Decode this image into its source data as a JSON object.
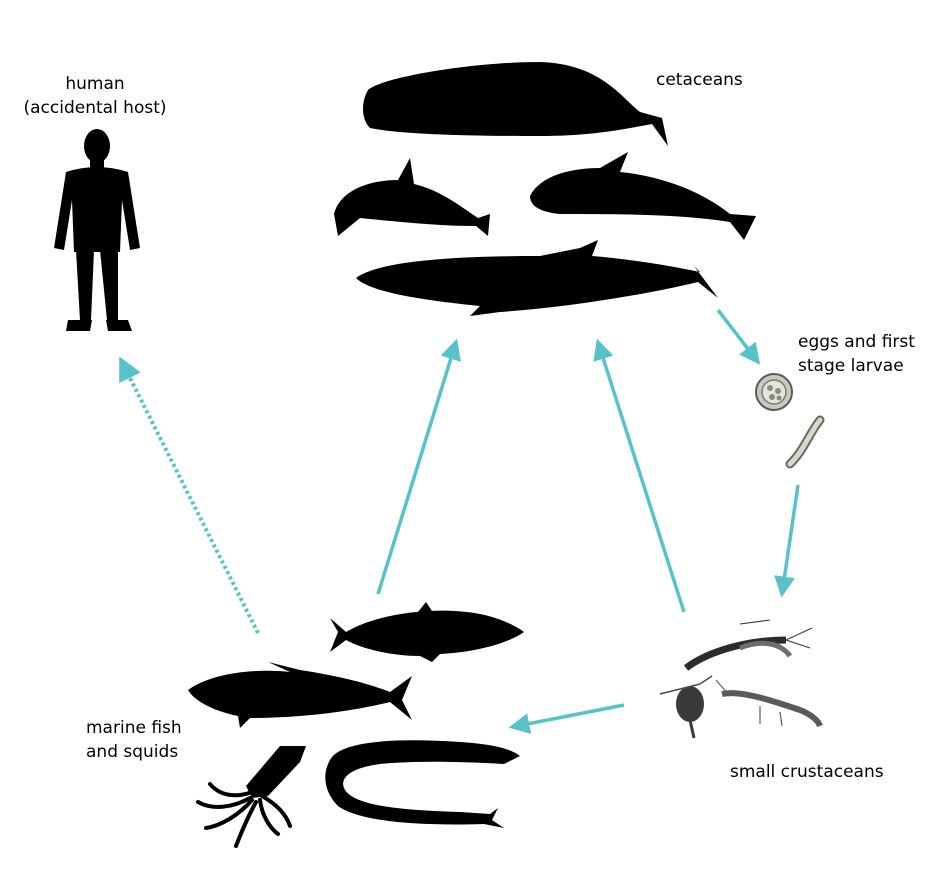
{
  "labels": {
    "human_line1": "human",
    "human_line2": "(accidental host)",
    "cetaceans": "cetaceans",
    "eggs_line1": "eggs and first",
    "eggs_line2": "stage larvae",
    "crustaceans": "small crustaceans",
    "fish_line1": "marine fish",
    "fish_line2": "and squids"
  },
  "colors": {
    "arrow": "#57c2c9",
    "silhouette": "#000000",
    "background": "#ffffff"
  },
  "icons": {
    "human": "human-silhouette-icon",
    "sperm_whale": "sperm-whale-icon",
    "dolphin": "dolphin-icon",
    "pilot_whale": "pilot-whale-icon",
    "baleen_whale": "baleen-whale-icon",
    "egg": "egg-icon",
    "larva": "larva-icon",
    "shrimp": "shrimp-icon",
    "copepod": "copepod-icon",
    "herring": "herring-icon",
    "mackerel": "mackerel-icon",
    "squid": "squid-icon",
    "eel": "eel-icon"
  }
}
